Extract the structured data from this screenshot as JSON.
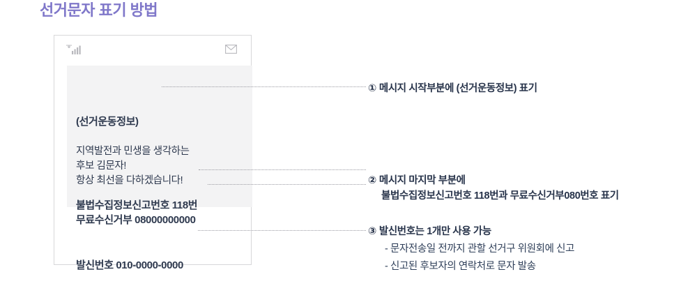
{
  "page": {
    "title": "선거문자 표기 방법",
    "title_color": "#7f77c9",
    "background": "#ffffff"
  },
  "phone_mockup": {
    "status_bar": {
      "signal_icon": "signal-bars-icon",
      "mail_icon": "envelope-icon"
    },
    "message": {
      "header": "(선거운동정보)",
      "body_lines": [
        "지역발전과 민생을 생각하는",
        "후보 김문자!",
        "항상 최선을 다하겠습니다!"
      ],
      "footer_lines": [
        "불법수집정보신고번호 118번",
        "무료수신거부 08000000000"
      ],
      "bubble_color": "#f3f3f4",
      "text_color": "#2f3a4f"
    },
    "sender_line": "발신번호 010-0000-0000"
  },
  "annotations": [
    {
      "marker": "①",
      "text": "메시지 시작부분에 (선거운동정보) 표기"
    },
    {
      "marker": "②",
      "line1": "메시지 마지막 부분에",
      "line2": "불법수집정보신고번호 118번과 무료수신거부080번호 표기"
    },
    {
      "marker": "③",
      "text": "발신번호는 1개만 사용 가능",
      "bullets": [
        "- 문자전송일 전까지 관할 선거구 위원회에 신고",
        "- 신고된 후보자의 연락처로 문자 발송"
      ]
    }
  ]
}
